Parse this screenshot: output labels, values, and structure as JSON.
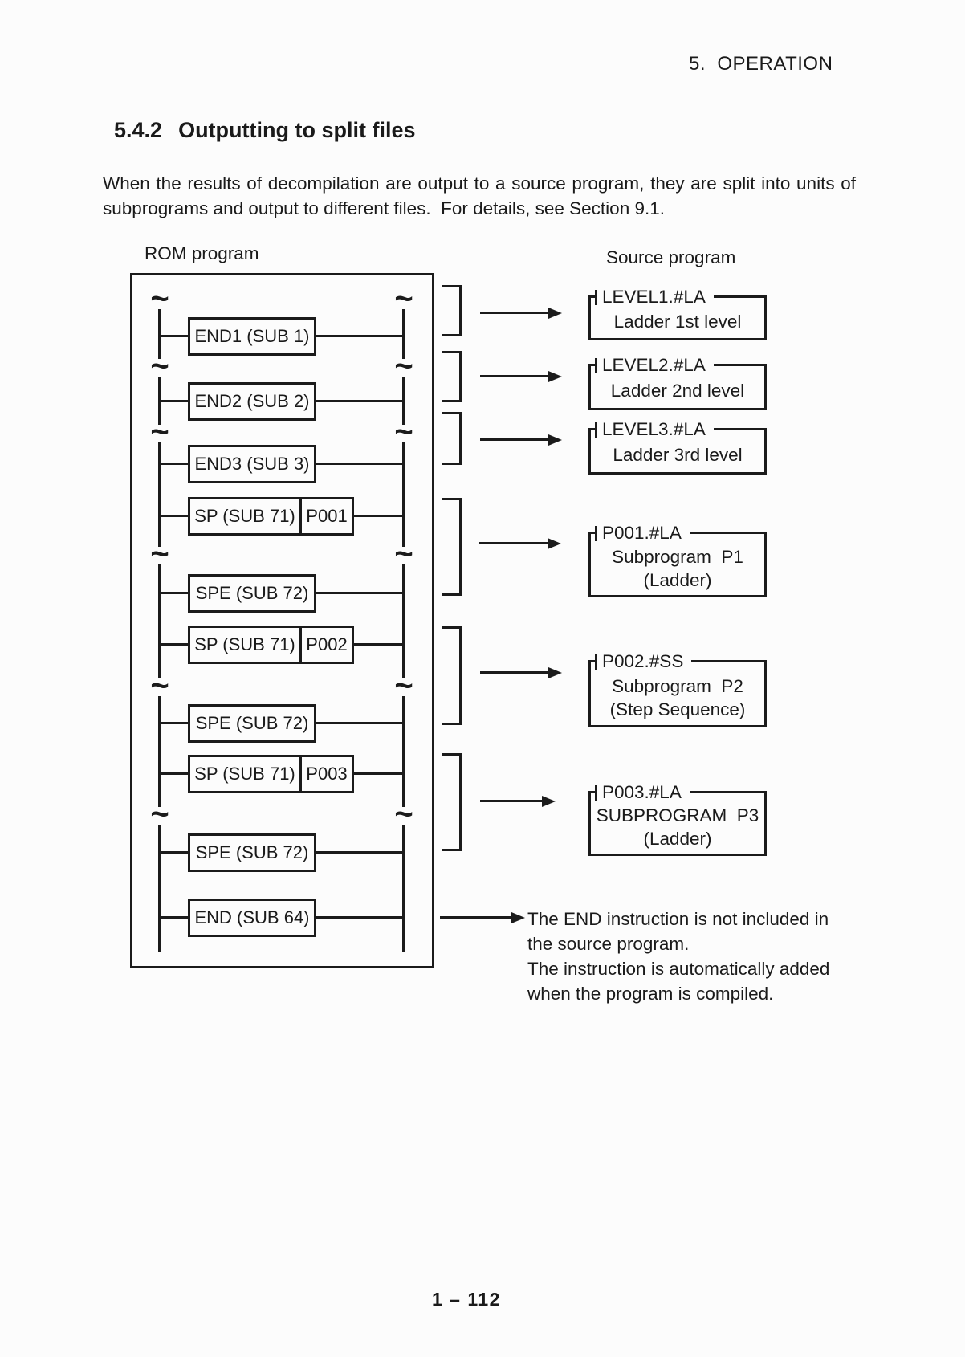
{
  "header": {
    "chapter": "5.  OPERATION"
  },
  "section": {
    "number": "5.4.2",
    "title": "Outputting to split files"
  },
  "intro": {
    "line1": "When the results of decompilation are output to a source program, they are split into units of",
    "line2": "subprograms and output to different files.  For details, see Section 9.1."
  },
  "diagram": {
    "rom_label": "ROM program",
    "source_label": "Source program",
    "icons": {
      "tilde": "~"
    },
    "rungs": [
      {
        "boxes": [
          "END1 (SUB 1)"
        ]
      },
      {
        "boxes": [
          "END2 (SUB 2)"
        ]
      },
      {
        "boxes": [
          "END3 (SUB 3)"
        ]
      },
      {
        "boxes": [
          "SP (SUB 71)",
          "P001"
        ]
      },
      {
        "boxes": [
          "SPE (SUB 72)"
        ]
      },
      {
        "boxes": [
          "SP (SUB 71)",
          "P002"
        ]
      },
      {
        "boxes": [
          "SPE (SUB 72)"
        ]
      },
      {
        "boxes": [
          "SP (SUB 71)",
          "P003"
        ]
      },
      {
        "boxes": [
          "SPE (SUB 72)"
        ]
      },
      {
        "boxes": [
          "END (SUB 64)"
        ]
      }
    ],
    "files": [
      {
        "name": "LEVEL1.#LA",
        "lines": [
          "Ladder 1st level"
        ]
      },
      {
        "name": "LEVEL2.#LA",
        "lines": [
          "Ladder 2nd level"
        ]
      },
      {
        "name": "LEVEL3.#LA",
        "lines": [
          "Ladder 3rd level"
        ]
      },
      {
        "name": "P001.#LA",
        "lines": [
          "Subprogram  P1",
          "(Ladder)"
        ]
      },
      {
        "name": "P002.#SS",
        "lines": [
          "Subprogram  P2",
          "(Step Sequence)"
        ]
      },
      {
        "name": "P003.#LA",
        "lines": [
          "SUBPROGRAM  P3",
          "(Ladder)"
        ]
      }
    ],
    "note_lines": [
      "The END instruction is not included in",
      "the source program.",
      "The instruction is automatically added",
      "when the program is compiled."
    ]
  },
  "footer": {
    "page_number": "1 – 112"
  },
  "colors": {
    "ink": "#1b1b1b",
    "paper": "#fcfcfc"
  }
}
